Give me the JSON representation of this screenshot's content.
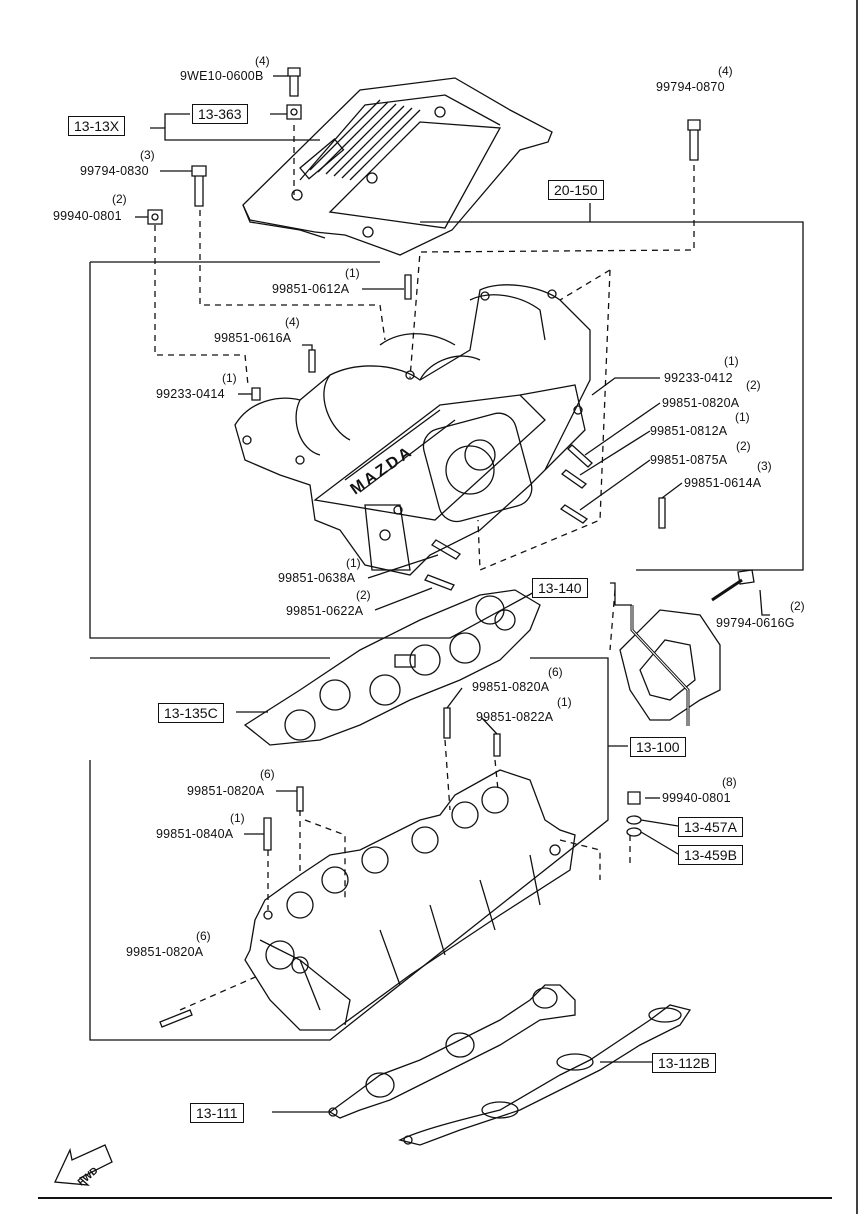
{
  "refs": {
    "r13_13x": "13-13X",
    "r13_363": "13-363",
    "r20_150": "20-150",
    "r13_140": "13-140",
    "r13_135c": "13-135C",
    "r13_100": "13-100",
    "r13_457a": "13-457A",
    "r13_459b": "13-459B",
    "r13_112b": "13-112B",
    "r13_111": "13-111"
  },
  "parts": {
    "p01": {
      "qty": "(4)",
      "num": "9WE10-0600B"
    },
    "p02": {
      "qty": "(4)",
      "num": "99794-0870"
    },
    "p03": {
      "qty": "(3)",
      "num": "99794-0830"
    },
    "p04": {
      "qty": "(2)",
      "num": "99940-0801"
    },
    "p05": {
      "qty": "(1)",
      "num": "99851-0612A"
    },
    "p06": {
      "qty": "(4)",
      "num": "99851-0616A"
    },
    "p07": {
      "qty": "(1)",
      "num": "99233-0414"
    },
    "p08": {
      "qty": "(1)",
      "num": "99233-0412"
    },
    "p09": {
      "qty": "(2)",
      "num": "99851-0820A"
    },
    "p10": {
      "qty": "(1)",
      "num": "99851-0812A"
    },
    "p11": {
      "qty": "(2)",
      "num": "99851-0875A"
    },
    "p12": {
      "qty": "(3)",
      "num": "99851-0614A"
    },
    "p13": {
      "qty": "(1)",
      "num": "99851-0638A"
    },
    "p14": {
      "qty": "(2)",
      "num": "99851-0622A"
    },
    "p15": {
      "qty": "(2)",
      "num": "99794-0616G"
    },
    "p16": {
      "qty": "(6)",
      "num": "99851-0820A"
    },
    "p17": {
      "qty": "(1)",
      "num": "99851-0822A"
    },
    "p18": {
      "qty": "(6)",
      "num": "99851-0820A"
    },
    "p19": {
      "qty": "(1)",
      "num": "99851-0840A"
    },
    "p20": {
      "qty": "(8)",
      "num": "99940-0801"
    },
    "p21": {
      "qty": "(6)",
      "num": "99851-0820A"
    }
  },
  "fwd_label": "FWD"
}
